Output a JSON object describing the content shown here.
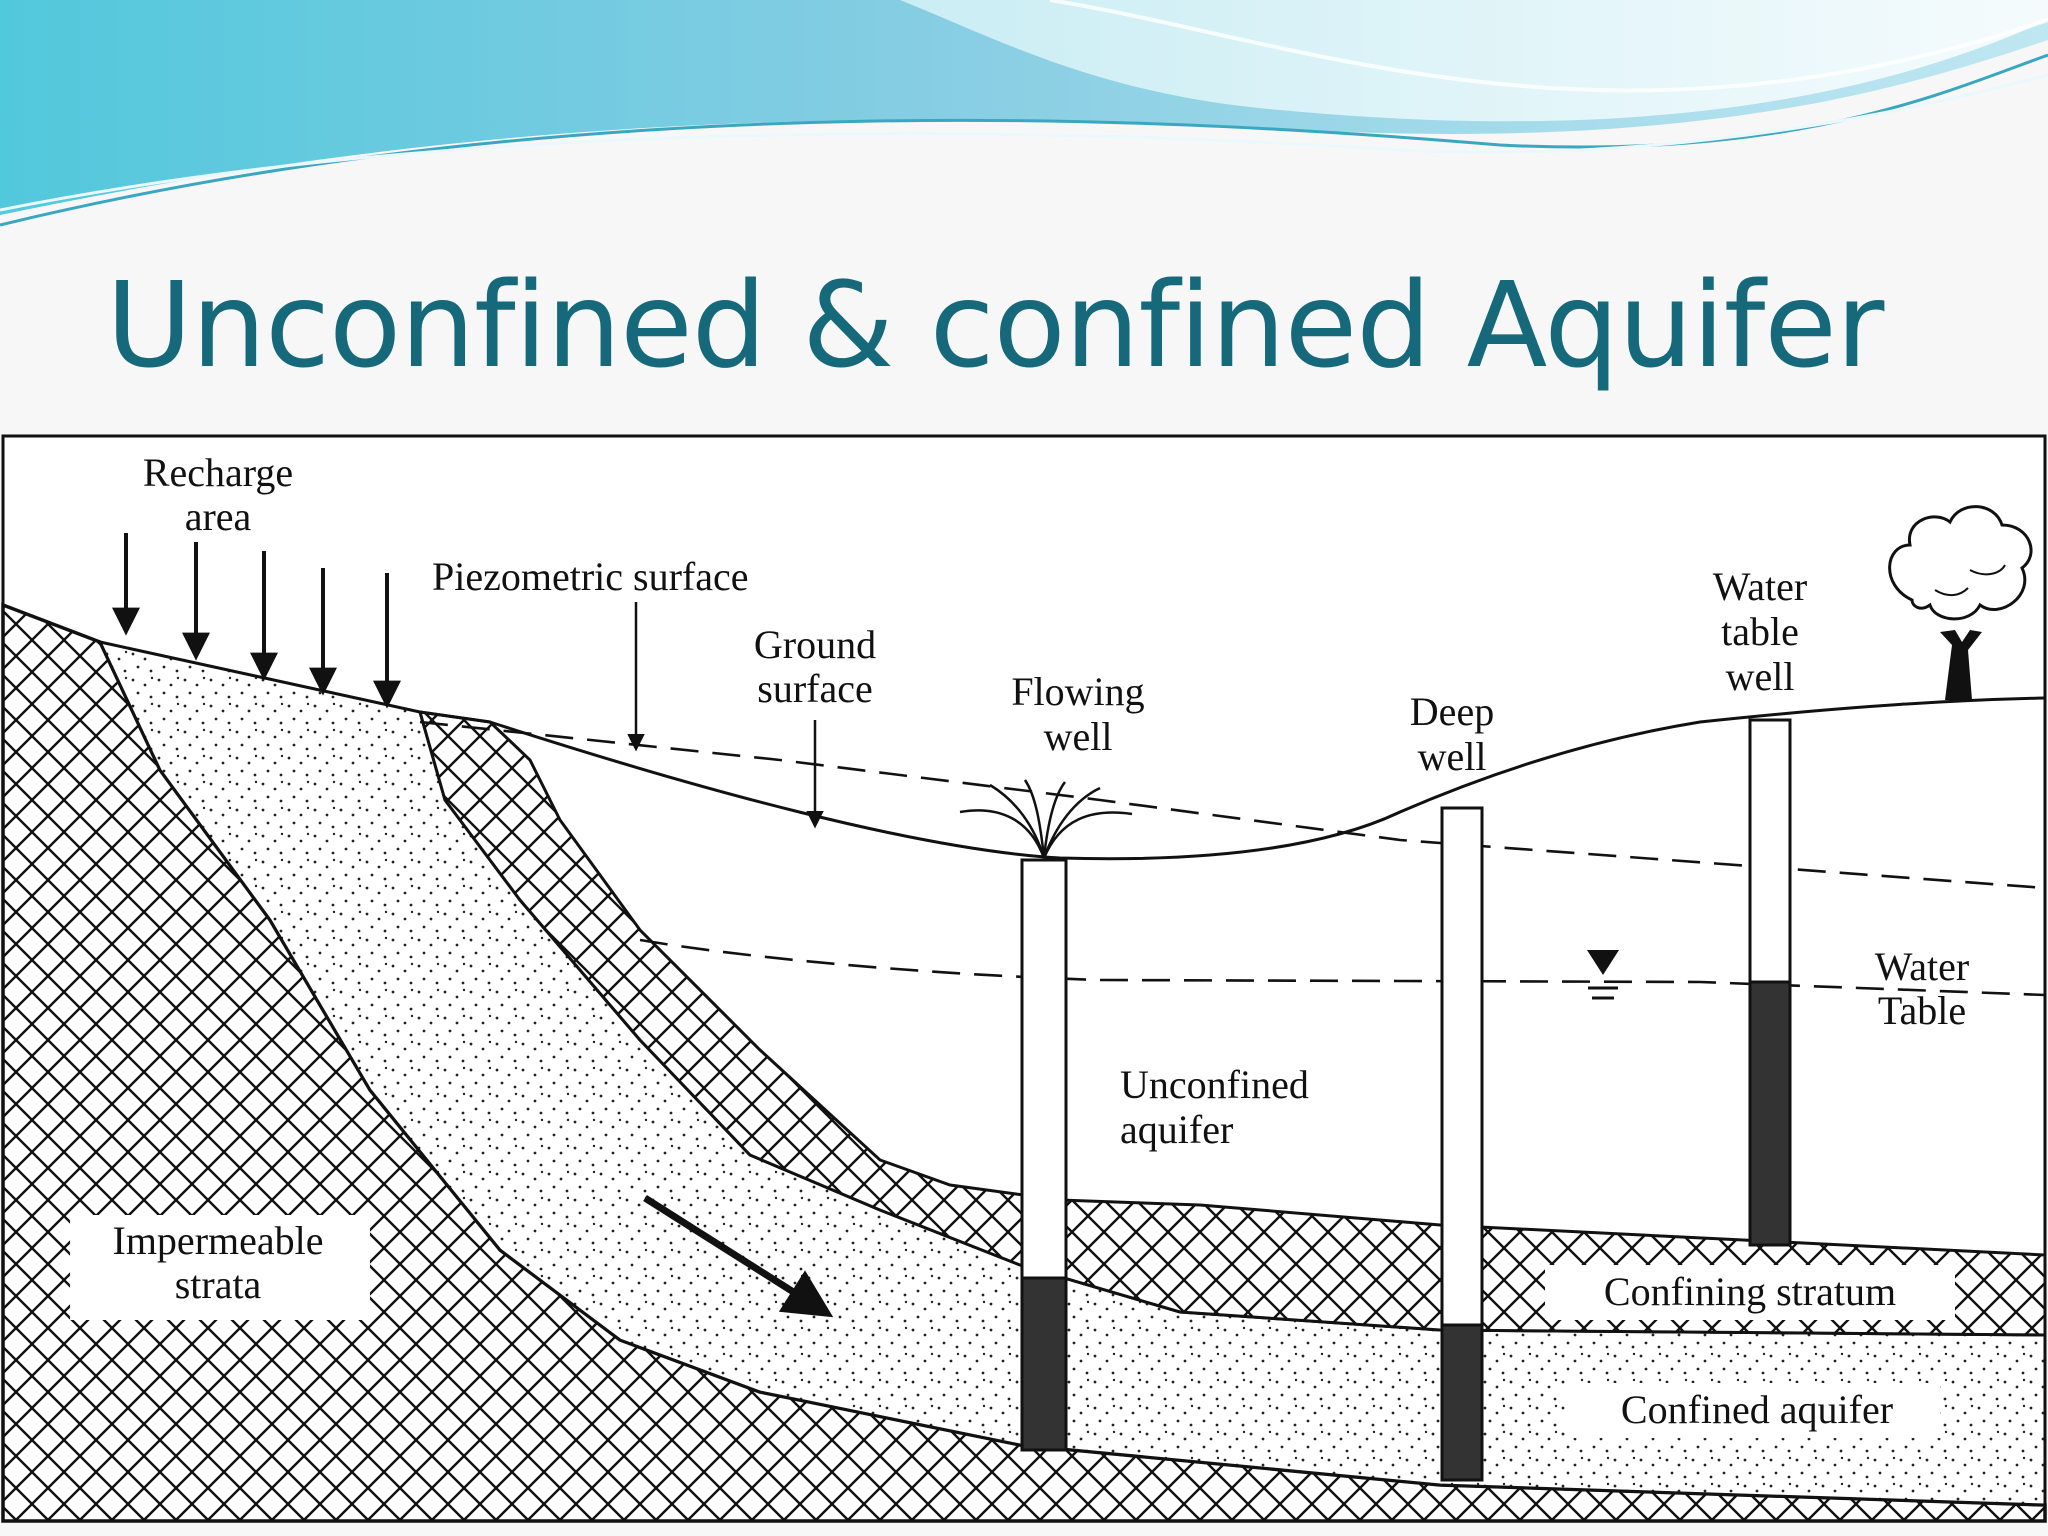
{
  "slide": {
    "title": "Unconfined & confined Aquifer"
  },
  "diagram": {
    "labels": {
      "recharge_1": "Recharge",
      "recharge_2": "area",
      "piezometric": "Piezometric surface",
      "ground_1": "Ground",
      "ground_2": "surface",
      "flowing_1": "Flowing",
      "flowing_2": "well",
      "deep_1": "Deep",
      "deep_2": "well",
      "wt_well_1": "Water",
      "wt_well_2": "table",
      "wt_well_3": "well",
      "water_table_1": "Water",
      "water_table_2": "Table",
      "unconfined_1": "Unconfined",
      "unconfined_2": "aquifer",
      "impermeable_1": "Impermeable",
      "impermeable_2": "strata",
      "confining": "Confining stratum",
      "confined": "Confined aquifer"
    },
    "colors": {
      "title": "#16697a",
      "banner_light": "#aee6f0",
      "banner_dark": "#3fb6cf",
      "ink": "#111111",
      "well_fill": "#333333"
    },
    "icons": [
      "water-table-triangle-icon",
      "tree-icon"
    ]
  }
}
